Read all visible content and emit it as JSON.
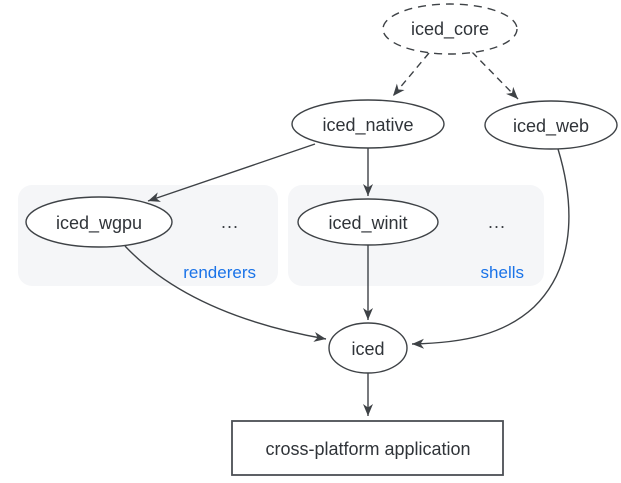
{
  "diagram": {
    "nodes": {
      "iced_core": {
        "label": "iced_core"
      },
      "iced_native": {
        "label": "iced_native"
      },
      "iced_web": {
        "label": "iced_web"
      },
      "iced_wgpu": {
        "label": "iced_wgpu"
      },
      "iced_winit": {
        "label": "iced_winit"
      },
      "iced": {
        "label": "iced"
      },
      "application": {
        "label": "cross-platform application"
      }
    },
    "groups": {
      "renderers": {
        "label": "renderers",
        "ellipsis": "..."
      },
      "shells": {
        "label": "shells",
        "ellipsis": "..."
      }
    },
    "edges": [
      {
        "from": "iced_core",
        "to": "iced_native",
        "style": "dashed"
      },
      {
        "from": "iced_core",
        "to": "iced_web",
        "style": "dashed"
      },
      {
        "from": "iced_native",
        "to": "iced_wgpu",
        "style": "solid"
      },
      {
        "from": "iced_native",
        "to": "iced_winit",
        "style": "solid"
      },
      {
        "from": "iced_wgpu",
        "to": "iced",
        "style": "solid"
      },
      {
        "from": "iced_winit",
        "to": "iced",
        "style": "solid"
      },
      {
        "from": "iced_web",
        "to": "iced",
        "style": "solid"
      },
      {
        "from": "iced",
        "to": "application",
        "style": "solid"
      }
    ],
    "colors": {
      "node_stroke": "#3e4246",
      "text": "#303439",
      "group_fill": "#f5f6f8",
      "group_label_blue": "#1a73e8",
      "background": "#ffffff"
    }
  }
}
